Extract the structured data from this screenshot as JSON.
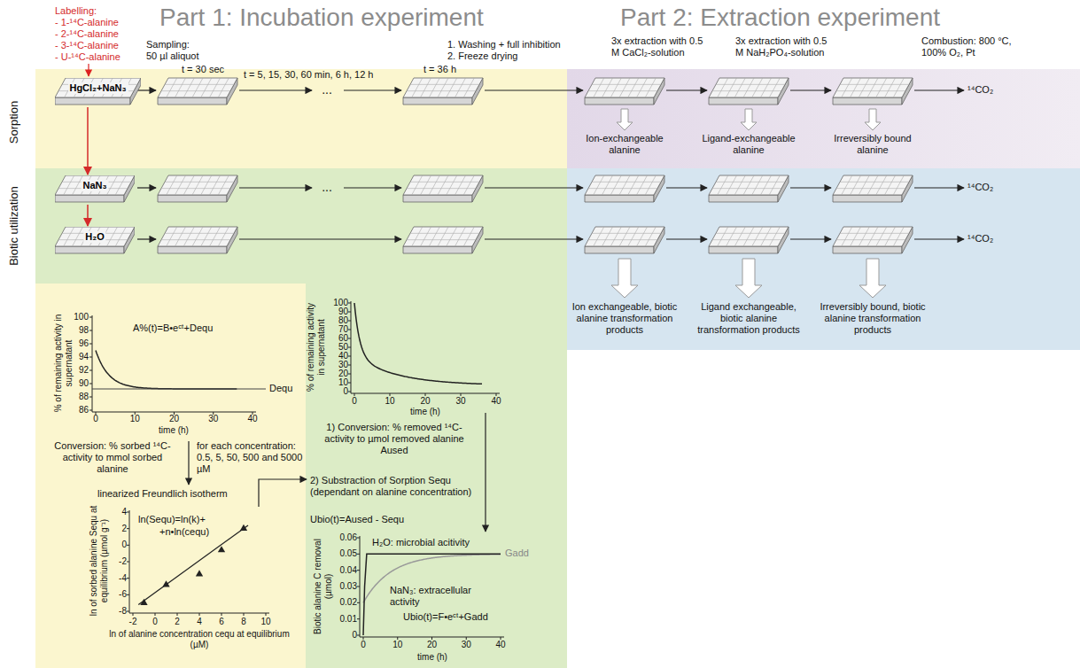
{
  "diagram": {
    "nodes": [
      {
        "text": [
          "HgCl₂+NaN₃"
        ]
      },
      {
        "text": [
          "NaN₃"
        ]
      },
      {
        "text": [
          "H₂O"
        ]
      }
    ],
    "edges": [
      {
        "from": 0,
        "to": 1,
        "arrow": "to"
      },
      {
        "from": 1,
        "to": 2,
        "arrow": "to"
      }
    ],
    "labels": [
      "Part 1: Incubation experiment",
      "Part 2: Extraction experiment",
      "Labelling:",
      "- 1-¹⁴C-alanine",
      "- 2-¹⁴C-alanine",
      "- 3-¹⁴C-alanine",
      "- U-¹⁴C-alanine",
      "Sampling:",
      "50 µl aliquot",
      "1. Washing + full inhibition",
      "2. Freeze drying",
      "3x extraction with 0.5 M CaCl₂-solution",
      "3x extraction with 0.5 M NaH₂PO₄-solution",
      "Combustion: 800 °C, 100% O₂, Pt",
      "Sorption",
      "Biotic utilization",
      "t = 30 sec",
      "t = 5, 15, 30, 60 min, 6 h, 12 h",
      "t = 36 h",
      "...",
      "...",
      "¹⁴CO₂",
      "¹⁴CO₂",
      "¹⁴CO₂",
      "Ion-exchangeable alanine",
      "Ligand-exchangeable alanine",
      "Irreversibly bound alanine",
      "Ion exchangeable, biotic alanine transformation products",
      "Ligand exchangeable, biotic alanine transformation products",
      "Irreversibly bound, biotic alanine transformation products",
      "% of remaining activity in supernatant",
      "100",
      "98",
      "96",
      "94",
      "92",
      "90",
      "88",
      "86",
      "0",
      "10",
      "20",
      "30",
      "40",
      "time (h)",
      "A%(t)=B•eᶜᵗ+Dequ",
      "Dequ",
      "Conversion: % sorbed ¹⁴C-activity to mmol sorbed alanine",
      "for each concentration: 0.5, 5, 50, 500 and 5000 µM",
      "linearized Freundlich isotherm",
      "ln of sorbed alanine Sequ at equilibrium (µmol g⁻¹)",
      "4",
      "2",
      "0",
      "-2",
      "-4",
      "-6",
      "-8",
      "-2",
      "0",
      "2",
      "4",
      "6",
      "8",
      "10",
      "ln of alanine concentration cequ at equilibrium (µM)",
      "ln(Sequ)=ln(k)+",
      "+n•ln(cequ)",
      "% of remaining activity in supernatant",
      "100",
      "90",
      "80",
      "70",
      "60",
      "50",
      "40",
      "30",
      "20",
      "10",
      "0",
      "0",
      "10",
      "20",
      "30",
      "40",
      "time (h)",
      "1) Conversion: % removed ¹⁴C-activity to µmol removed alanine Aused",
      "2) Substraction of Sorption Sequ (dependant on alanine concentration)",
      "Ubio(t)=Aused - Sequ",
      "Biotic alanine C removal (µmol)",
      "0.06",
      "0.05",
      "0.04",
      "0.03",
      "0.02",
      "0.01",
      "0",
      "0",
      "10",
      "20",
      "30",
      "40",
      "time (h)",
      "H₂O: microbial acitivity",
      "NaN₃: extracellular activity",
      "Ubio(t)=F•eᶜᵗ+Gadd",
      "Gadd"
    ]
  }
}
